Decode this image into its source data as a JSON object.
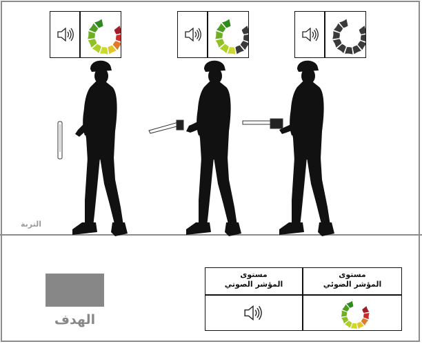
{
  "ground_label": "التربة",
  "target_label": "الهدف",
  "legend": {
    "audio_header_line1": "مستوى",
    "audio_header_line2": "المؤشر الصوتي",
    "light_header_line1": "مستوى",
    "light_header_line2": "المؤشر الضوئي"
  },
  "scenes": [
    {
      "detector_position": "vertical",
      "indicator_level": 10,
      "indicator_max": 10
    },
    {
      "detector_position": "angled",
      "indicator_level": 6,
      "indicator_max": 10
    },
    {
      "detector_position": "horizontal",
      "indicator_level": 0,
      "indicator_max": 10
    }
  ],
  "colors": {
    "segment_levels": [
      "#2f8a1f",
      "#4e9d21",
      "#6fb023",
      "#8fc125",
      "#aed027",
      "#cbd92a",
      "#e3c52b",
      "#e07a2a",
      "#cc2b2b",
      "#a01e2a"
    ],
    "segment_inactive": "#3a3a3a",
    "frame": "#8c8c8c",
    "target": "#878787",
    "silhouette": "#111111"
  },
  "icons": {
    "speaker": "speaker-icon",
    "meter": "arc-meter-icon"
  }
}
